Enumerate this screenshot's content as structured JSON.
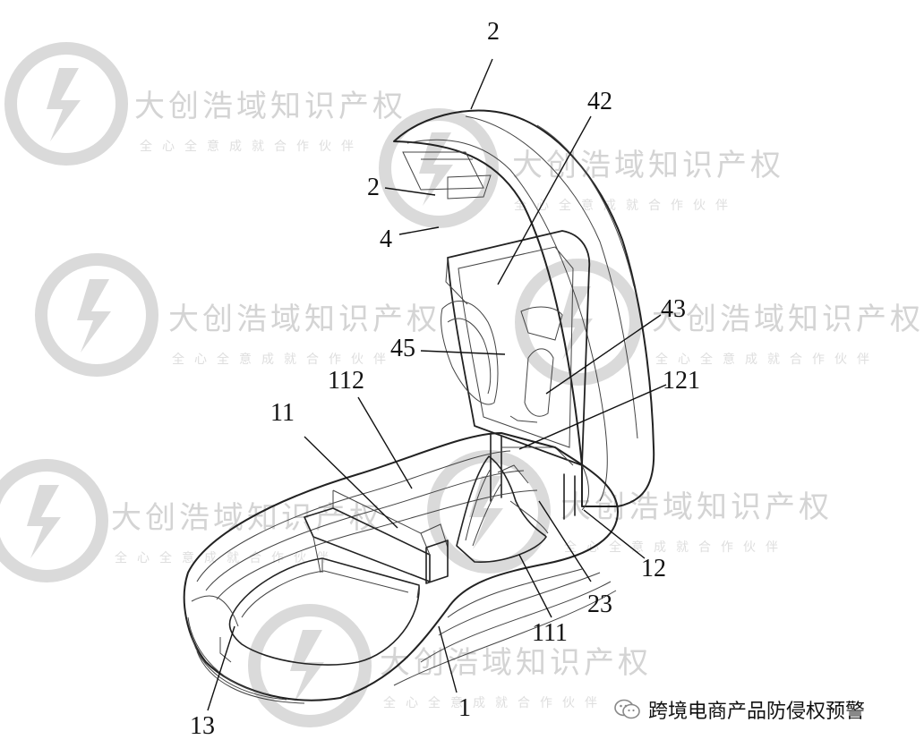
{
  "figure": {
    "reference_labels": [
      "2",
      "42",
      "2",
      "4",
      "43",
      "45",
      "112",
      "121",
      "11",
      "12",
      "23",
      "111",
      "1",
      "13"
    ]
  },
  "watermark": {
    "title": "大创浩域知识产权",
    "subtitle": "全心全意成就合作伙伴",
    "icon": "dc-logo-icon"
  },
  "caption": {
    "text": "跨境电商产品防侵权预警",
    "icon": "wechat-icon"
  }
}
